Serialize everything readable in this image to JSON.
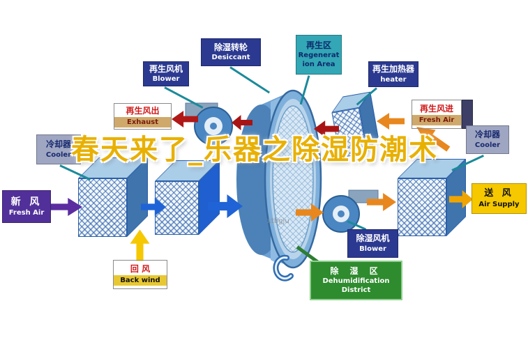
{
  "watermark": {
    "title": "春天来了_乐器之除湿防潮术",
    "small": "xtbgju"
  },
  "labels": {
    "regen_fan": {
      "zh": "再生风机",
      "en": "Blower"
    },
    "desiccant": {
      "zh": "除湿转轮",
      "en": "Desiccant"
    },
    "regen_area": {
      "zh": "再生区",
      "en": "Regeneration Area"
    },
    "regen_heater": {
      "zh": "再生加热器",
      "en": "heater"
    },
    "exhaust": {
      "zh": "再生风出",
      "en": "Exhaust"
    },
    "regen_in": {
      "zh": "再生风进",
      "en": "Fresh Air"
    },
    "cooler_left": {
      "zh": "冷却器",
      "en": "Cooler"
    },
    "cooler_right": {
      "zh": "冷却器",
      "en": "Cooler"
    },
    "fresh_air": {
      "zh": "新 风",
      "en": "Fresh Air"
    },
    "air_supply": {
      "zh": "送 风",
      "en": "Air Supply"
    },
    "back_wind": {
      "zh": "回 风",
      "en": "Back wind"
    },
    "dehumid_fan": {
      "zh": "除湿风机",
      "en": "Blower"
    },
    "dehumid_area": {
      "zh": "除 湿 区",
      "en_line1": "Dehumidification",
      "en_line2": "District"
    }
  },
  "colors": {
    "navy_label": "#2b3990",
    "teal_label": "#33a7b5",
    "gray_label": "#9fa6c2",
    "purple_label": "#52309a",
    "yellow_label": "#f5c800",
    "tan_label": "#cfa96b",
    "green_label": "#2e8b2e",
    "blue_arrow": "#1f63d6",
    "purple_arrow": "#5b2da0",
    "orange_arrow": "#e8871e",
    "dark_red_arrow": "#a81414",
    "yellow_arrow": "#f5c800",
    "wheel_blue": "#7fb0dc",
    "title_yellow": "#e8b000"
  }
}
